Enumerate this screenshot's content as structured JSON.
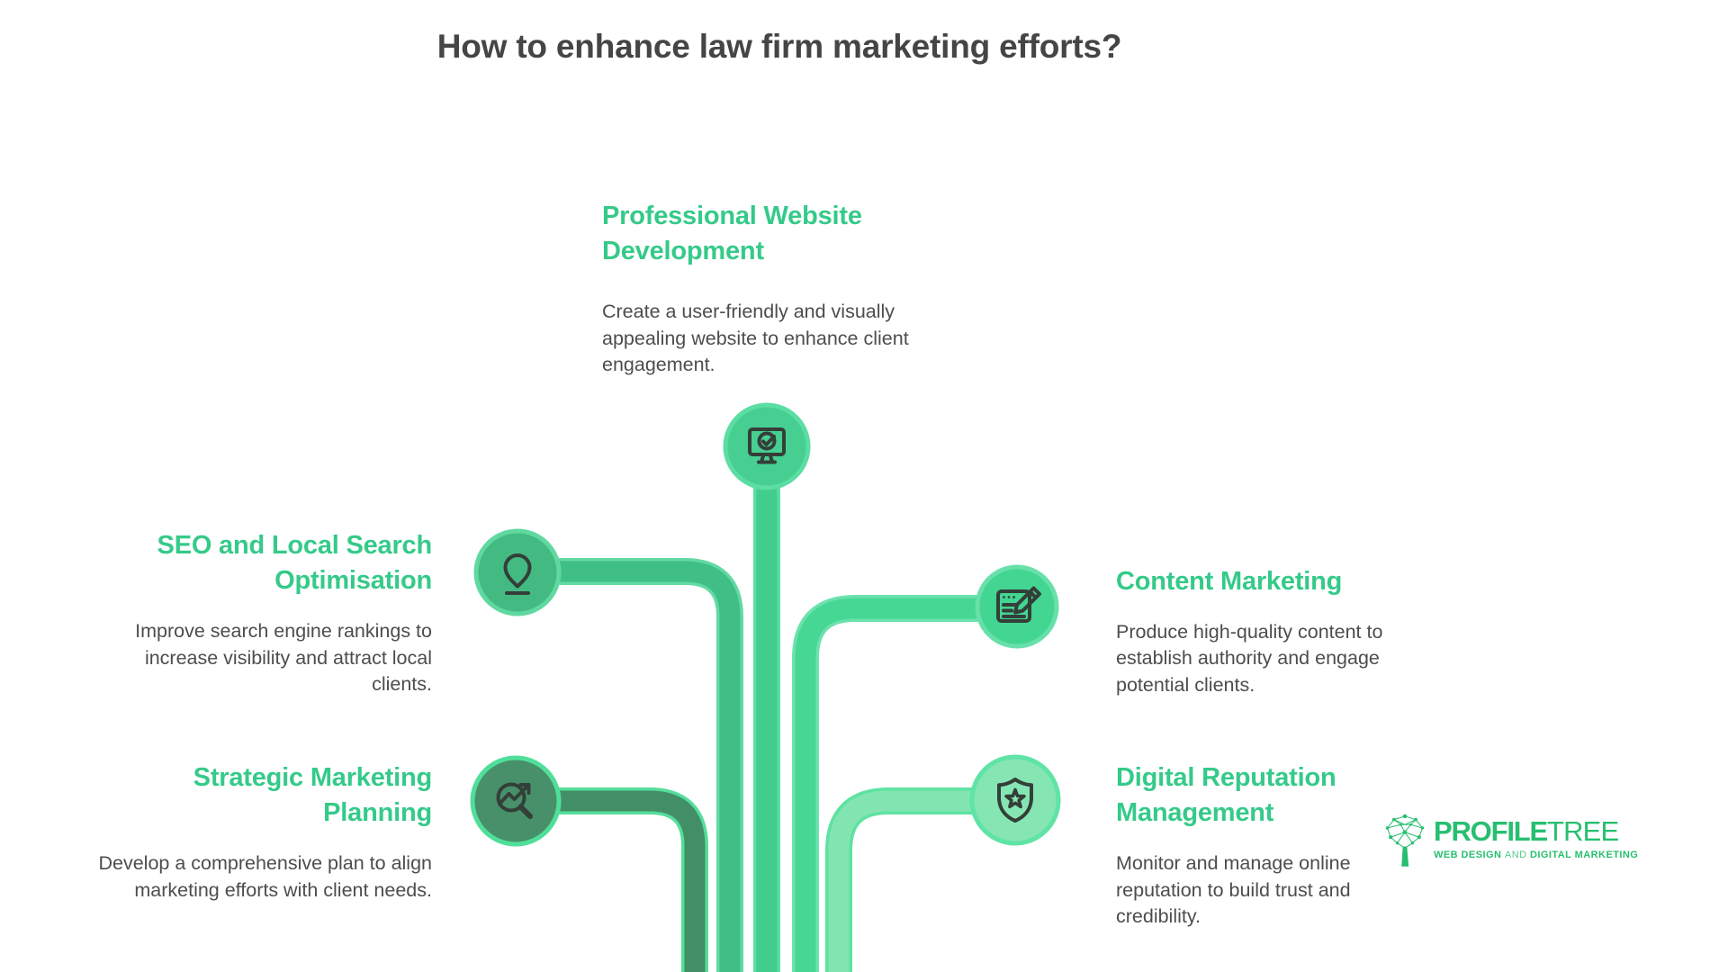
{
  "title": "How to enhance law firm marketing efforts?",
  "nodes": [
    {
      "id": "website",
      "title": "Professional Website Development",
      "description": "Create a user-friendly and visually appealing website to enhance client engagement.",
      "icon": "monitor-check-icon"
    },
    {
      "id": "seo",
      "title": "SEO and Local Search Optimisation",
      "description": "Improve search engine rankings to increase visibility and attract local clients.",
      "icon": "location-pin-icon"
    },
    {
      "id": "content",
      "title": "Content Marketing",
      "description": "Produce high-quality content to establish authority and engage potential clients.",
      "icon": "document-pencil-icon"
    },
    {
      "id": "strategy",
      "title": "Strategic Marketing Planning",
      "description": "Develop a comprehensive plan to align marketing efforts with client needs.",
      "icon": "magnifier-trend-icon"
    },
    {
      "id": "reputation",
      "title": "Digital Reputation Management",
      "description": "Monitor and manage online reputation to build trust and credibility.",
      "icon": "shield-star-icon"
    }
  ],
  "brand": {
    "name_bold": "PROFILE",
    "name_light": "TREE",
    "tagline_web": "WEB DESIGN",
    "tagline_and": "AND",
    "tagline_digital": "DIGITAL MARKETING"
  },
  "colors": {
    "title_text": "#454545",
    "body_text": "#4d4d4d",
    "heading_green": "#35ca89",
    "icon_stroke": "#333f38",
    "brand_green": "#27bf6f",
    "trunk": "#41cd8e",
    "trunk_edge": "#5cdda3",
    "seo_pipe": "#3fbf85",
    "seo_edge": "#63d9a4",
    "content_pipe": "#47d795",
    "content_edge": "#6ce2ad",
    "strategy_pipe": "#428f66",
    "strategy_edge": "#55dd9b",
    "reputation_pipe": "#82e5b1",
    "reputation_edge": "#5ee2a2",
    "website_circle": "#47cf92",
    "website_ring": "#5cdda3",
    "seo_circle": "#44ba83",
    "seo_ring": "#60d9a1",
    "content_circle": "#43d592",
    "content_ring": "#68e0aa",
    "strategy_circle": "#47906a",
    "strategy_ring": "#50df99",
    "reputation_circle": "#85e6b4",
    "reputation_ring": "#60e3a6"
  }
}
